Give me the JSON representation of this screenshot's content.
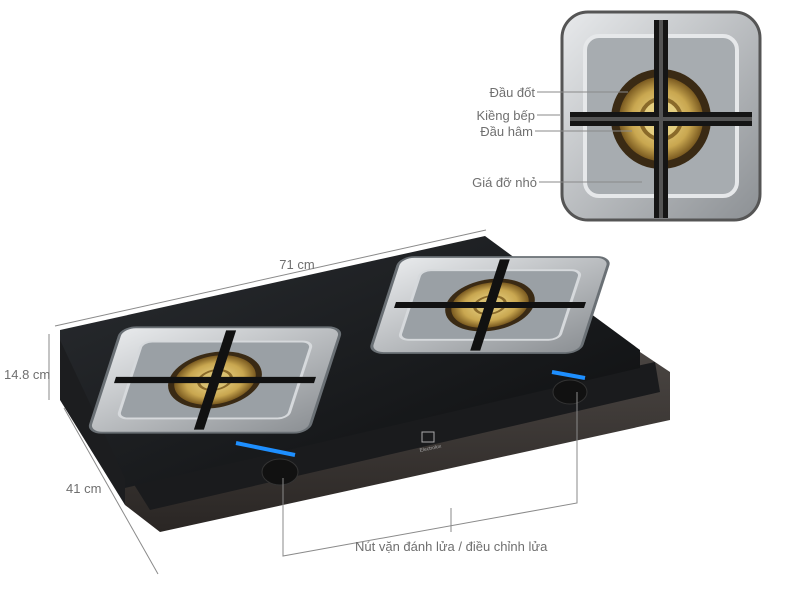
{
  "dimensions": {
    "width": "71 cm",
    "height": "14.8 cm",
    "depth": "41 cm"
  },
  "inset_labels": {
    "burner_head": "Đầu đốt",
    "pan_support": "Kiềng bếp",
    "simmer_cap": "Đầu hâm",
    "small_rack": "Giá đỡ nhỏ"
  },
  "knob_label": "Nút vặn đánh lửa / điều chỉnh lửa",
  "brand_logo": "Electrolux",
  "colors": {
    "glass_top": "#141618",
    "base": "#3a3634",
    "brass": "#c9a750",
    "steel": "#b8bcc0",
    "knob_light": "#1e8fff",
    "label_text": "#6f6f6f"
  }
}
